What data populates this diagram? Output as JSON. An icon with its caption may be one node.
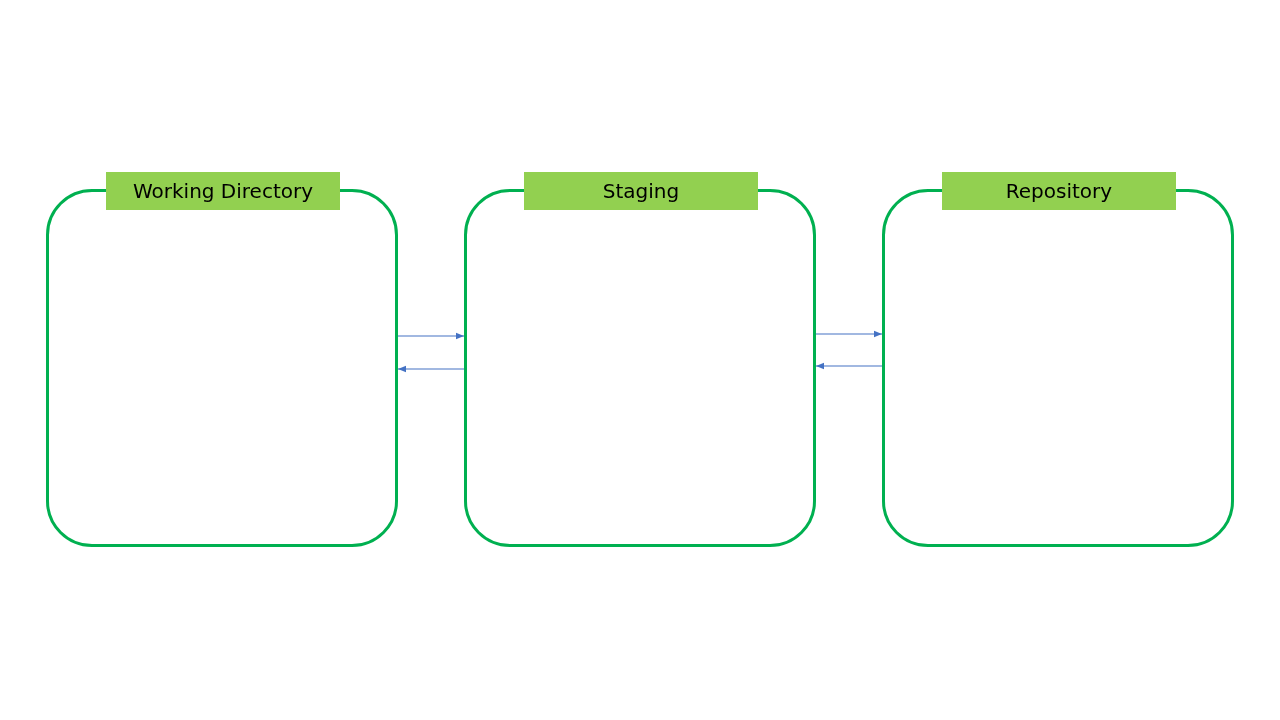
{
  "diagram": {
    "nodes": [
      {
        "text": [
          "Working Directory"
        ]
      },
      {
        "text": [
          "Staging"
        ]
      },
      {
        "text": [
          "Repository"
        ]
      }
    ],
    "edges": [
      {
        "from": 0,
        "to": 1,
        "arrow": "to"
      },
      {
        "from": 1,
        "to": 0,
        "arrow": "to"
      },
      {
        "from": 1,
        "to": 2,
        "arrow": "to"
      },
      {
        "from": 2,
        "to": 1,
        "arrow": "to"
      }
    ]
  }
}
